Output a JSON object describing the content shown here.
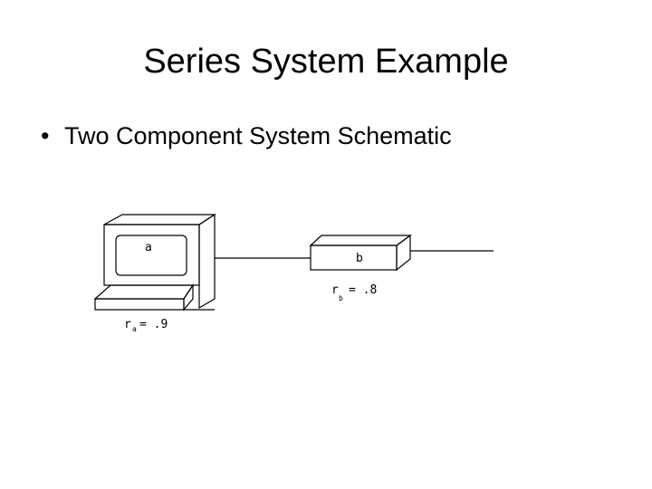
{
  "slide": {
    "title": "Series System Example",
    "bullet_marker": "•",
    "bullet_text": "Two Component System Schematic"
  },
  "schematic": {
    "component_a": {
      "label": "a",
      "reliability_symbol": "r",
      "reliability_subscript": "a",
      "reliability_value": "= .9"
    },
    "component_b": {
      "label": "b",
      "reliability_symbol": "r",
      "reliability_subscript": "b",
      "reliability_value": "= .8"
    }
  }
}
